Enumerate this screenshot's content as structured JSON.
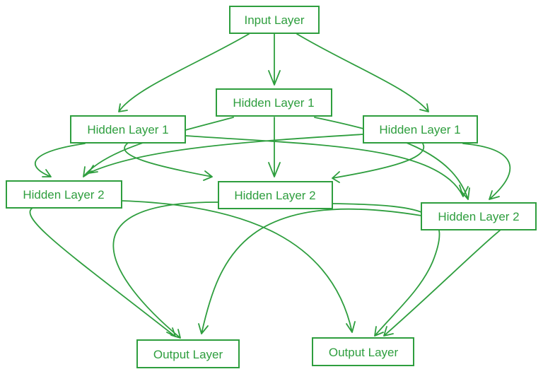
{
  "colors": {
    "stroke": "#2e9e3e",
    "text": "#2e9e3e",
    "background": "#ffffff"
  },
  "nodes": {
    "input": {
      "label": "Input Layer"
    },
    "hidden1_center": {
      "label": "Hidden Layer 1"
    },
    "hidden1_left": {
      "label": "Hidden Layer 1"
    },
    "hidden1_right": {
      "label": "Hidden Layer 1"
    },
    "hidden2_left": {
      "label": "Hidden Layer 2"
    },
    "hidden2_center": {
      "label": "Hidden Layer 2"
    },
    "hidden2_right": {
      "label": "Hidden Layer 2"
    },
    "output_left": {
      "label": "Output Layer"
    },
    "output_right": {
      "label": "Output Layer"
    }
  }
}
